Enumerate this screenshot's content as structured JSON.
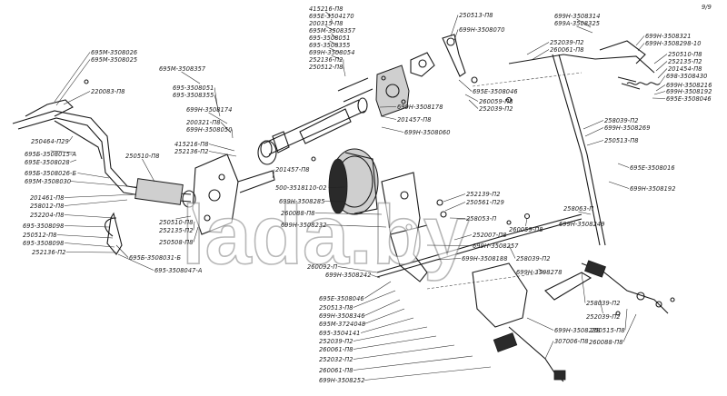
{
  "page_code": "9/9 ",
  "watermark": "lada.by",
  "labels": [
    {
      "id": "l01",
      "text": "415216-П8"
    },
    {
      "id": "l02",
      "text": "695Е-3504170"
    },
    {
      "id": "l03",
      "text": "200315-П8"
    },
    {
      "id": "l04",
      "text": "695М-3508357"
    },
    {
      "id": "l05",
      "text": "695-3508051"
    },
    {
      "id": "l06",
      "text": "695-3508355"
    },
    {
      "id": "l07",
      "text": "699Н-3508054"
    },
    {
      "id": "l08",
      "text": "252136-П2"
    },
    {
      "id": "l09",
      "text": "250512-П8"
    },
    {
      "id": "l10",
      "text": "250513-П8"
    },
    {
      "id": "l11",
      "text": "699Н-3508070"
    },
    {
      "id": "l12",
      "text": "252039-П2"
    },
    {
      "id": "l13",
      "text": "260061-П8"
    },
    {
      "id": "l14",
      "text": "699Н-3508314"
    },
    {
      "id": "l15",
      "text": "699А-3508325"
    },
    {
      "id": "l16",
      "text": "699Н-3508321"
    },
    {
      "id": "l17",
      "text": "699Н-3508298-10"
    },
    {
      "id": "l18",
      "text": "250510-П8"
    },
    {
      "id": "l19",
      "text": "252135-П2"
    },
    {
      "id": "l20",
      "text": "201454-П8"
    },
    {
      "id": "l21",
      "text": "698-3508430"
    },
    {
      "id": "l22",
      "text": "699Н-3508216"
    },
    {
      "id": "l23",
      "text": "699Н-3508192"
    },
    {
      "id": "l24",
      "text": "695Е-3508046"
    },
    {
      "id": "l25",
      "text": "695М-3508026"
    },
    {
      "id": "l26",
      "text": "695М-3508025"
    },
    {
      "id": "l27",
      "text": "220083-П8"
    },
    {
      "id": "l28",
      "text": "695М-3508357"
    },
    {
      "id": "l29",
      "text": "695Е-3508046"
    },
    {
      "id": "l30",
      "text": "260059-П8"
    },
    {
      "id": "l31",
      "text": "252039-П2"
    },
    {
      "id": "l32",
      "text": "699Н-3508178"
    },
    {
      "id": "l33",
      "text": "201457-П8"
    },
    {
      "id": "l34",
      "text": "695-3508051"
    },
    {
      "id": "l35",
      "text": "695-3508355"
    },
    {
      "id": "l36",
      "text": "699Н-3508174"
    },
    {
      "id": "l37",
      "text": "200321-П8"
    },
    {
      "id": "l38",
      "text": "699Н-3508050"
    },
    {
      "id": "l39",
      "text": "699Н-3508060"
    },
    {
      "id": "l40",
      "text": "258039-П2"
    },
    {
      "id": "l41",
      "text": "699Н-3508269"
    },
    {
      "id": "l42",
      "text": "250513-П8"
    },
    {
      "id": "l43",
      "text": "415216-П8"
    },
    {
      "id": "l44",
      "text": "252136-П2"
    },
    {
      "id": "l45",
      "text": "250464-П29"
    },
    {
      "id": "l46",
      "text": "695Б-3508015-А"
    },
    {
      "id": "l47",
      "text": "695Е-3508028"
    },
    {
      "id": "l48",
      "text": "250510-П8"
    },
    {
      "id": "l49",
      "text": "201457-П8"
    },
    {
      "id": "l50",
      "text": "500-3518110-02"
    },
    {
      "id": "l51",
      "text": "695Е-3508016"
    },
    {
      "id": "l52",
      "text": "699Н-3508192"
    },
    {
      "id": "l53",
      "text": "695Б-3508026-Б"
    },
    {
      "id": "l54",
      "text": "695М-3508030"
    },
    {
      "id": "l55",
      "text": "201461-П8"
    },
    {
      "id": "l56",
      "text": "258012-П8"
    },
    {
      "id": "l57",
      "text": "252204-П8"
    },
    {
      "id": "l58",
      "text": "695-3508098"
    },
    {
      "id": "l59",
      "text": "250512-П8"
    },
    {
      "id": "l60",
      "text": "695-3508098"
    },
    {
      "id": "l61",
      "text": "252136-П2"
    },
    {
      "id": "l62",
      "text": "250510-П8"
    },
    {
      "id": "l63",
      "text": "252135-П2"
    },
    {
      "id": "l64",
      "text": "250508-П8"
    },
    {
      "id": "l65",
      "text": "695Б-3508031-Б"
    },
    {
      "id": "l66",
      "text": "695-3508047-А"
    },
    {
      "id": "l67",
      "text": "699Н-3508285"
    },
    {
      "id": "l68",
      "text": "260088-П8"
    },
    {
      "id": "l69",
      "text": "699Н-3508232"
    },
    {
      "id": "l70",
      "text": "252139-П2"
    },
    {
      "id": "l71",
      "text": "250561-П29"
    },
    {
      "id": "l72",
      "text": "258053-П"
    },
    {
      "id": "l73",
      "text": "258063-П"
    },
    {
      "id": "l74",
      "text": "699Н-3508249"
    },
    {
      "id": "l75",
      "text": "260059-П8"
    },
    {
      "id": "l76",
      "text": "252007-П8"
    },
    {
      "id": "l77",
      "text": "699Н-3508257"
    },
    {
      "id": "l78",
      "text": "699Н-3508188"
    },
    {
      "id": "l79",
      "text": "258039-П2"
    },
    {
      "id": "l80",
      "text": "699Н-3508278"
    },
    {
      "id": "l81",
      "text": "260092-П"
    },
    {
      "id": "l82",
      "text": "699Н-3508242"
    },
    {
      "id": "l83",
      "text": "695Е-3508046"
    },
    {
      "id": "l84",
      "text": "250513-П8"
    },
    {
      "id": "l85",
      "text": "699Н-3508346"
    },
    {
      "id": "l86",
      "text": "695М-3724048"
    },
    {
      "id": "l87",
      "text": "695-3504141"
    },
    {
      "id": "l88",
      "text": "252039-П2"
    },
    {
      "id": "l89",
      "text": "260061-П8"
    },
    {
      "id": "l90",
      "text": "252032-П2"
    },
    {
      "id": "l91",
      "text": "260061-П8"
    },
    {
      "id": "l92",
      "text": "699Н-3508252"
    },
    {
      "id": "l93",
      "text": "258039-П2"
    },
    {
      "id": "l94",
      "text": "252039-П2"
    },
    {
      "id": "l95",
      "text": "250515-П8"
    },
    {
      "id": "l96",
      "text": "260088-П8"
    },
    {
      "id": "l97",
      "text": "699Н-3508238"
    },
    {
      "id": "l98",
      "text": "307006-П8"
    }
  ]
}
